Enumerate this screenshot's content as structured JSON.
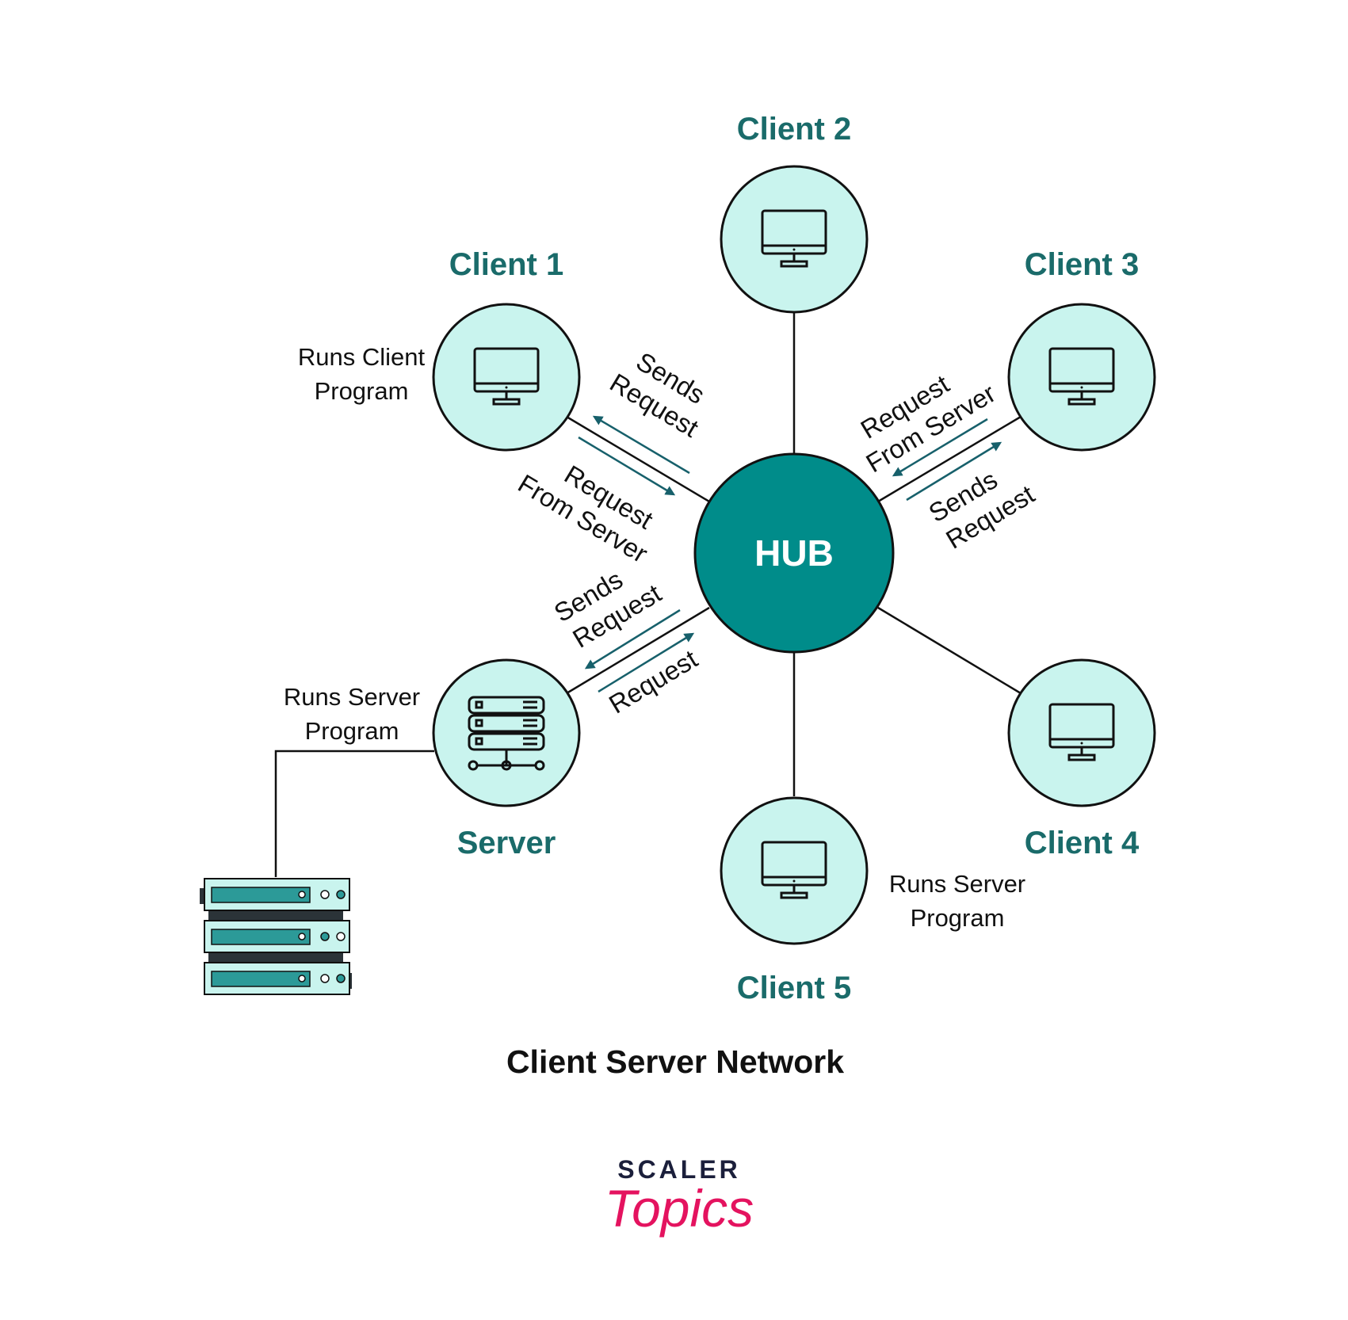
{
  "title": "Client Server Network",
  "colors": {
    "hub_fill": "#008c8a",
    "node_fill": "#c9f4ee",
    "label_teal": "#1a6b6a",
    "arrow": "#17606b",
    "line": "#111111",
    "rack_teal": "#2c9a98",
    "rack_dark": "#2b3338",
    "brand_navy": "#1b1f3b",
    "brand_pink": "#e4135f"
  },
  "hub": {
    "label": "HUB"
  },
  "nodes": [
    {
      "id": "client-1",
      "label": "Client 1",
      "icon": "monitor-icon"
    },
    {
      "id": "client-2",
      "label": "Client 2",
      "icon": "monitor-icon"
    },
    {
      "id": "client-3",
      "label": "Client 3",
      "icon": "monitor-icon"
    },
    {
      "id": "client-4",
      "label": "Client 4",
      "icon": "monitor-icon"
    },
    {
      "id": "client-5",
      "label": "Client 5",
      "icon": "monitor-icon"
    },
    {
      "id": "server",
      "label": "Server",
      "icon": "server-icon"
    }
  ],
  "notes": {
    "client1": [
      "Runs Client",
      "Program"
    ],
    "server": [
      "Runs Server",
      "Program"
    ],
    "client5": [
      "Runs Server",
      "Program"
    ]
  },
  "flows": {
    "client1_sends": [
      "Sends",
      "Request"
    ],
    "client1_from_server": [
      "Request",
      "From Server"
    ],
    "client3_from_server": [
      "Request",
      "From Server"
    ],
    "client3_sends": [
      "Sends",
      "Request"
    ],
    "server_sends": [
      "Sends",
      "Request"
    ],
    "server_request": "Request"
  },
  "icons": {
    "rack": "server-rack-icon"
  },
  "brand": {
    "top": "SCALER",
    "script": "Topics"
  }
}
